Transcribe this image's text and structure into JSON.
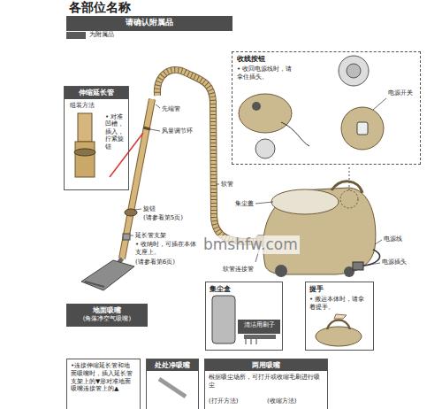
{
  "diagram": {
    "title": "各部位名称",
    "nodes": [
      {
        "text": [
          "请确认附属品"
        ]
      },
      {
        "text": [
          "伸缩延长管",
          "组装方法",
          "• 对准凹槽，插入，拧紧旋钮"
        ]
      },
      {
        "text": [
          "收线按钮",
          "• 收回电源线时，请拿住插头。",
          "电源开关"
        ]
      },
      {
        "text": [
          "地面吸嘴",
          "(角落净空气吸嘴)"
        ]
      },
      {
        "text": [
          "集尘盒"
        ]
      },
      {
        "text": [
          "清洁用刷子"
        ],
        "in": 4
      },
      {
        "text": [
          "提手",
          "• 搬运本体时，请拿着提手。"
        ]
      },
      {
        "text": [
          "•连接伸缩延长管和地面吸嘴时，插入延长管支架上的▼形对准地面吸嘴连接管上的▲"
        ]
      },
      {
        "text": [
          "处处净吸嘴"
        ]
      },
      {
        "text": [
          "两用吸嘴",
          "根据吸尘场所，可打开或收缩毛刷进行吸尘",
          "(打开方法)",
          "(收缩方法)"
        ]
      }
    ],
    "labels": [
      "先端管",
      "风量调节环",
      "软管",
      "旋钮",
      "(请参看第5页)",
      "延长管支架",
      "• 收纳时，可插在本体支座上。",
      "(请参看第6页)",
      "集尘盖",
      "电源线",
      "电源插头",
      "软管连接管",
      "bmshfw.com"
    ],
    "legend": [
      {
        "text": "为附属品",
        "color": "#5a5a5a"
      }
    ]
  }
}
